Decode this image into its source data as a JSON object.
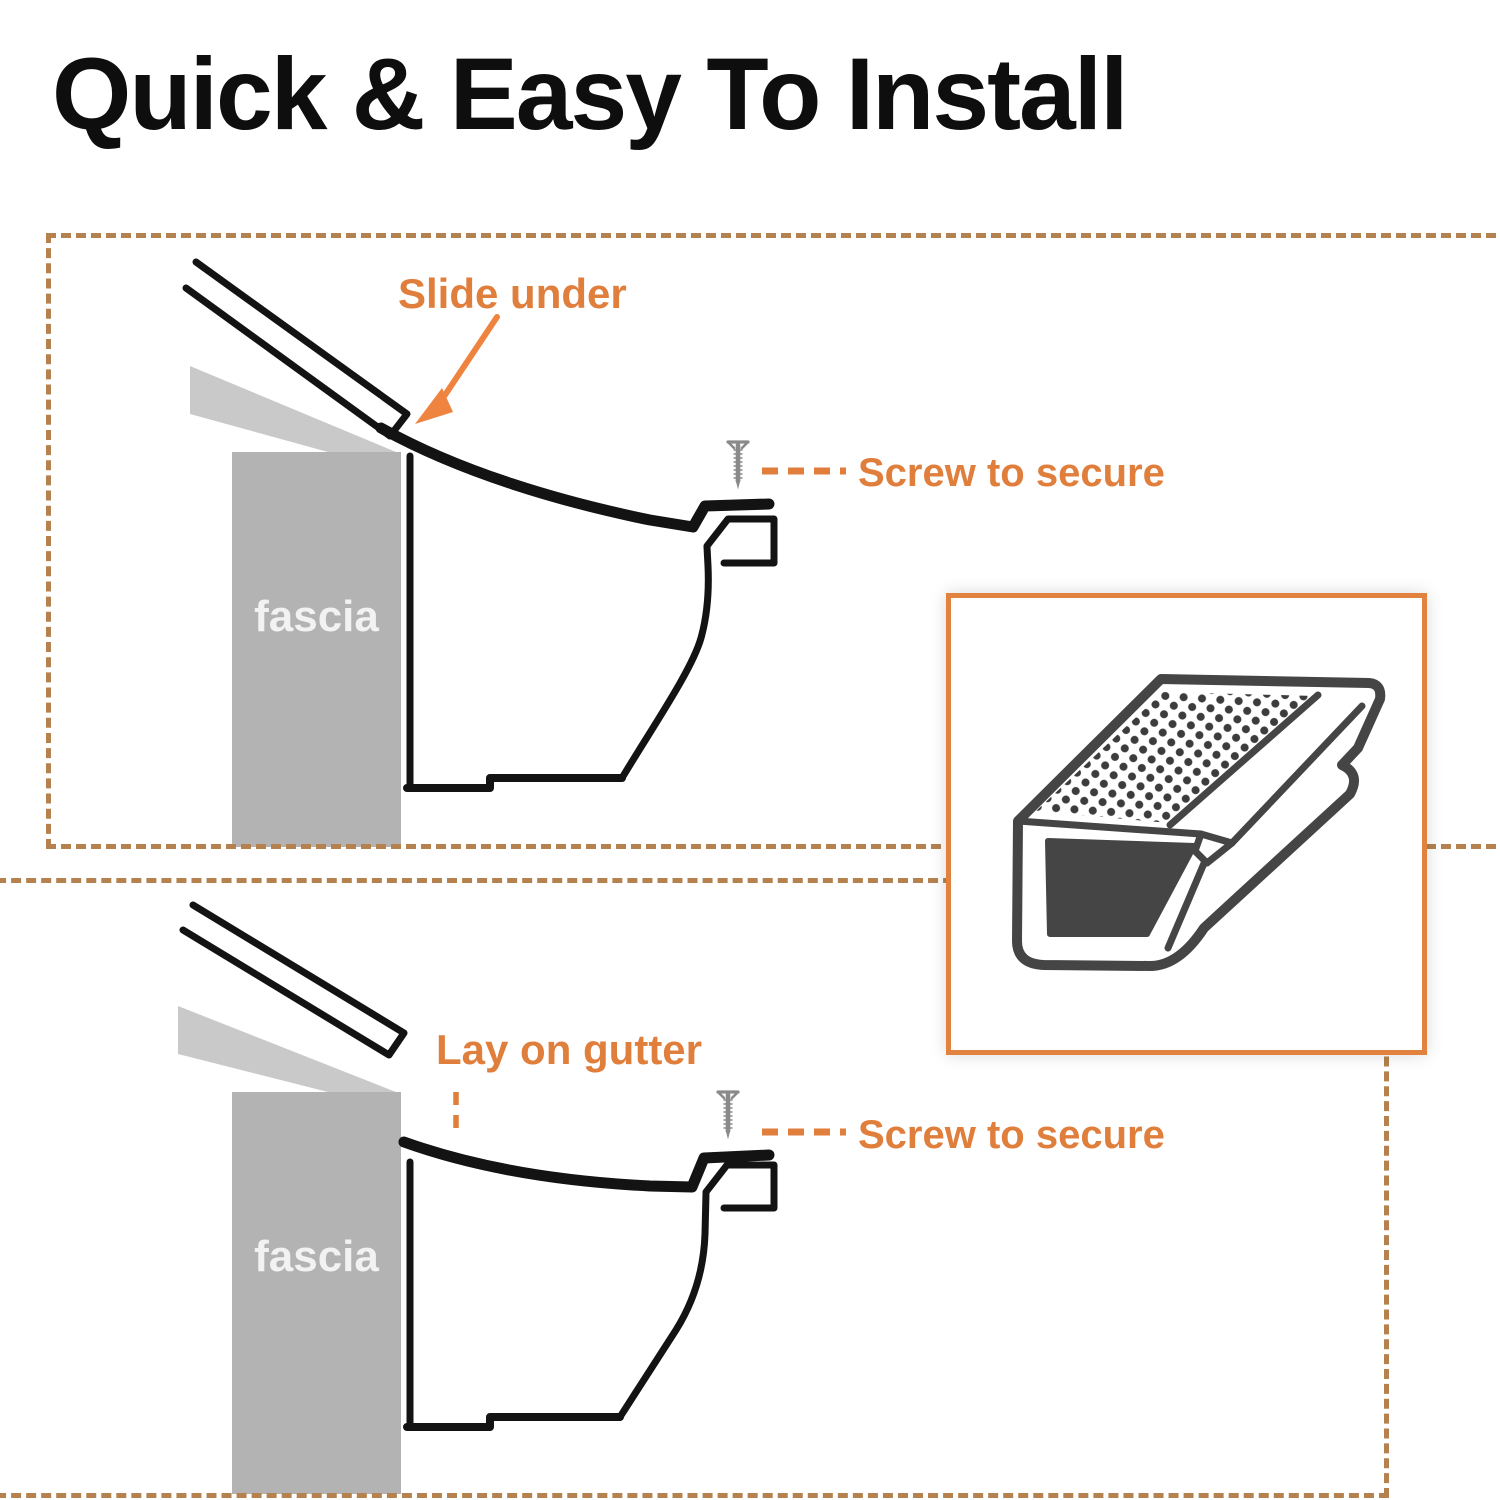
{
  "title": "Quick & Easy To Install",
  "colors": {
    "accent_orange": "#e07e3c",
    "arrow_orange": "#ef8440",
    "dashed_border": "#b5824f",
    "inset_border": "#e2823f",
    "fascia_gray": "#b3b3b3",
    "deck_gray": "#c9c9c9",
    "line_black": "#131313",
    "screw_gray": "#8a8a8a",
    "art_dark": "#454545",
    "fascia_text": "#f2f2f2"
  },
  "diagrams": {
    "top": {
      "slide_label": "Slide under",
      "screw_label": "Screw to secure",
      "fascia_label": "fascia"
    },
    "bottom": {
      "lay_label": "Lay on gutter",
      "screw_label": "Screw to secure",
      "fascia_label": "fascia"
    }
  }
}
